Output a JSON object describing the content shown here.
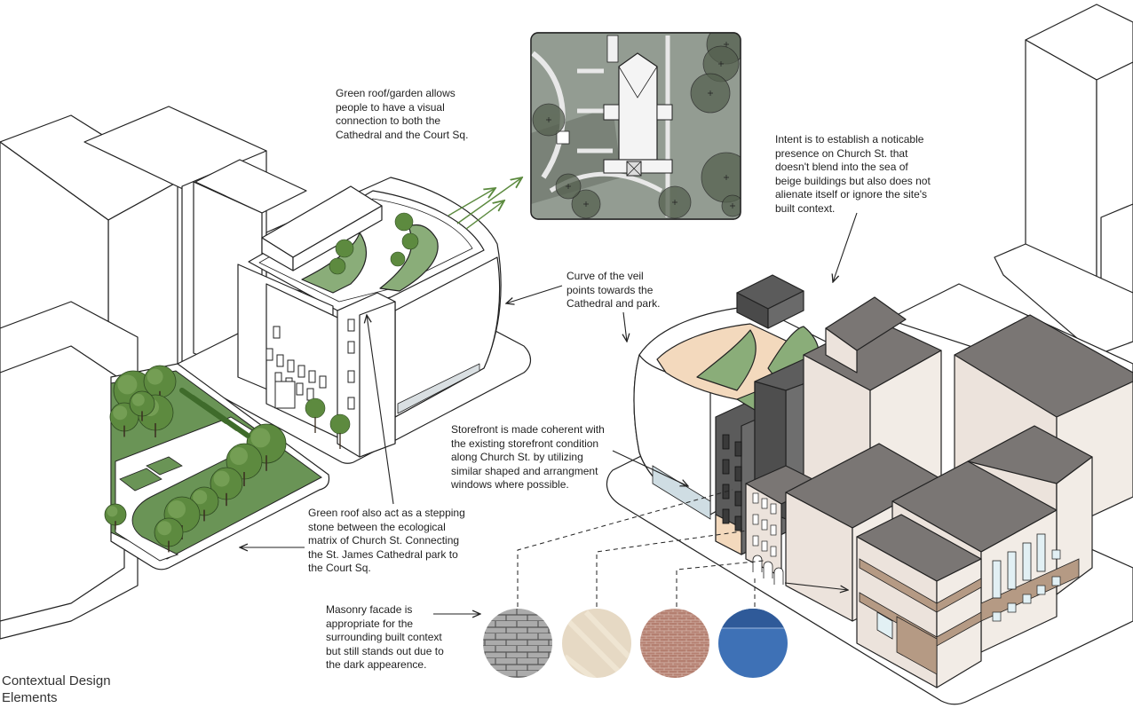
{
  "title": "Contextual Design\nElements",
  "notes": {
    "green_roof": "Green roof/garden allows\npeople to have  a visual\nconnection to both the\nCathedral and the Court Sq.",
    "intent": "Intent is to establish a noticable\npresence on Church St. that\ndoesn't blend into the sea of\nbeige buildings but also does not\nalienate itself or ignore the site's\nbuilt context.",
    "curve": "Curve of the veil\npoints towards the\nCathedral and park.",
    "storefront": "Storefront is made coherent with\nthe existing storefront condition\nalong Church St. by utilizing\nsimilar shaped and arrangment\nwindows where possible.",
    "stepping": "Green roof also act as a stepping\nstone between the ecological\nmatrix of Church St. Connecting\nthe St. James Cathedral park to\nthe Court Sq.",
    "masonry": "Masonry facade is\nappropriate for the\nsurrounding built context\nbut still stands out due to\nthe dark appearence."
  },
  "swatches": [
    {
      "material": "grey-stone-block",
      "color": "#a9a9a9"
    },
    {
      "material": "beige-limestone",
      "color": "#e6d9c4"
    },
    {
      "material": "red-brick",
      "color": "#b27a6c"
    },
    {
      "material": "blue-glazed",
      "color": "#3e71b6"
    }
  ],
  "colors": {
    "roof_green": "#8aad79",
    "park_green": "#6a9456",
    "tree_green": "#5d8a3f",
    "dark_masonry": "#5b5b5b",
    "beige_building": "#ece3dc",
    "roof_grey": "#7a7674",
    "deck_tan": "#f3d9bd",
    "arrow_green": "#5b8a3e"
  }
}
